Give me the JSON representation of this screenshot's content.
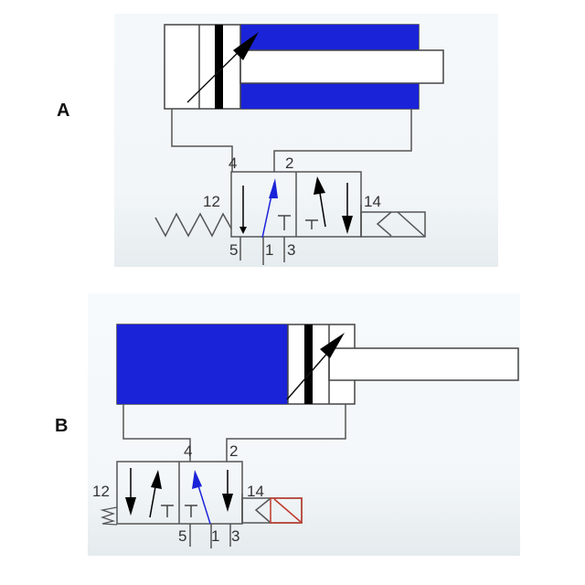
{
  "panels": [
    {
      "label": "A",
      "ports": {
        "p4": "4",
        "p2": "2",
        "p12": "12",
        "p14": "14",
        "p5": "5",
        "p1": "1",
        "p3": "3"
      }
    },
    {
      "label": "B",
      "ports": {
        "p4": "4",
        "p2": "2",
        "p12": "12",
        "p14": "14",
        "p5": "5",
        "p1": "1",
        "p3": "3"
      }
    }
  ],
  "colors": {
    "cylinder_fill": "#1a23d8",
    "line": "#444444",
    "piston": "#000000",
    "flow_arrow_blue": "#1a23d8",
    "solenoid_b": "#c0392b"
  }
}
